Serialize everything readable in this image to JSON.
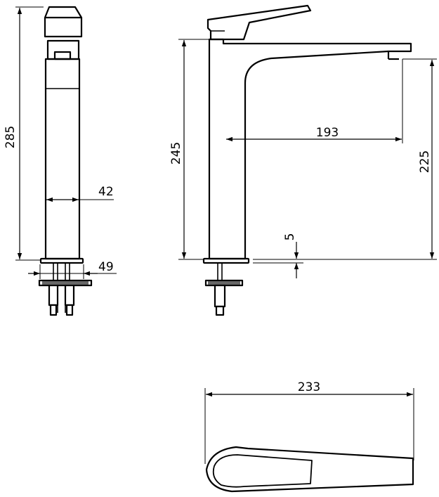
{
  "dimensions": {
    "total_height": "285",
    "body_width": "42",
    "base_width": "49",
    "faucet_height": "245",
    "spout_reach": "193",
    "spout_height": "225",
    "base_thickness": "5",
    "top_length": "233"
  },
  "colors": {
    "line": "#000000",
    "background": "#ffffff"
  }
}
